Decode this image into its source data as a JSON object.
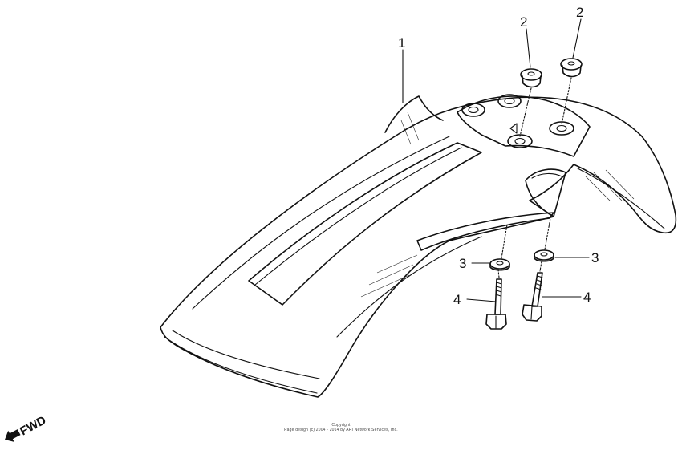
{
  "diagram": {
    "parts": [
      {
        "ref": "1",
        "name": "front-fender"
      },
      {
        "ref": "2",
        "name": "grommet"
      },
      {
        "ref": "3",
        "name": "washer"
      },
      {
        "ref": "4",
        "name": "bolt"
      }
    ],
    "callouts": {
      "fender": "1",
      "grommet_left": "2",
      "grommet_right": "2",
      "washer_left": "3",
      "washer_right": "3",
      "bolt_left": "4",
      "bolt_right": "4"
    },
    "direction_label": "FWD",
    "copyright": {
      "line1": "Copyright",
      "line2": "Page design (c) 2004 - 2014 by ARI Network Services, Inc."
    },
    "colors": {
      "ink": "#111111",
      "background": "#ffffff"
    }
  }
}
